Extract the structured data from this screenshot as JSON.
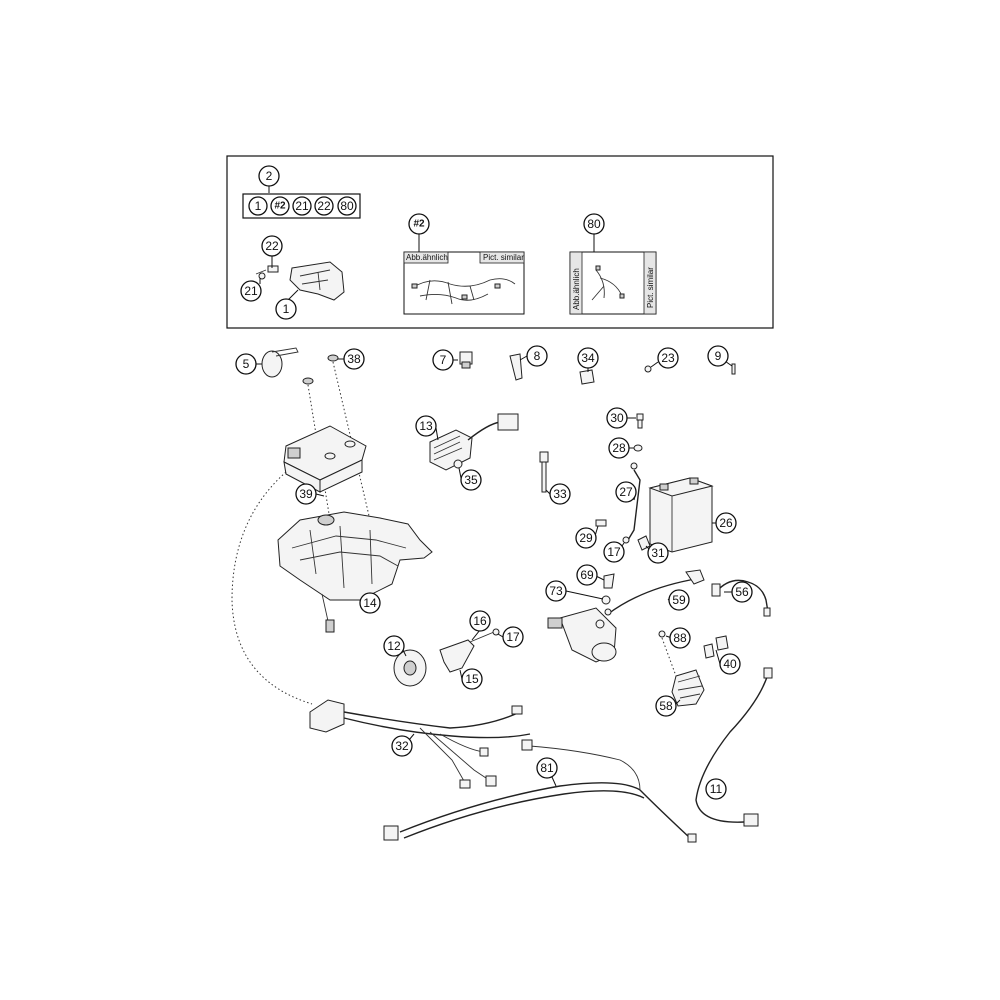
{
  "kit": {
    "number": "2",
    "contents": [
      "1",
      "#2",
      "21",
      "22",
      "80"
    ]
  },
  "inset_labels": {
    "harness_2": {
      "callout": "#2",
      "left": "Abb.ähnlich",
      "right": "Pict. similar"
    },
    "harness_80": {
      "callout": "80",
      "left": "Abb.ähnlich",
      "right": "Pict. similar"
    }
  },
  "callouts": [
    {
      "id": "c22",
      "text": "22"
    },
    {
      "id": "c21",
      "text": "21"
    },
    {
      "id": "c1",
      "text": "1"
    },
    {
      "id": "c5",
      "text": "5"
    },
    {
      "id": "c38",
      "text": "38"
    },
    {
      "id": "c7",
      "text": "7"
    },
    {
      "id": "c8",
      "text": "8"
    },
    {
      "id": "c34",
      "text": "34"
    },
    {
      "id": "c23",
      "text": "23"
    },
    {
      "id": "c9",
      "text": "9"
    },
    {
      "id": "c13",
      "text": "13"
    },
    {
      "id": "c35",
      "text": "35"
    },
    {
      "id": "c30",
      "text": "30"
    },
    {
      "id": "c28",
      "text": "28"
    },
    {
      "id": "c27",
      "text": "27"
    },
    {
      "id": "c39",
      "text": "39"
    },
    {
      "id": "c33",
      "text": "33"
    },
    {
      "id": "c26",
      "text": "26"
    },
    {
      "id": "c29",
      "text": "29"
    },
    {
      "id": "c17a",
      "text": "17"
    },
    {
      "id": "c31",
      "text": "31"
    },
    {
      "id": "c69",
      "text": "69"
    },
    {
      "id": "c73",
      "text": "73"
    },
    {
      "id": "c59",
      "text": "59"
    },
    {
      "id": "c56",
      "text": "56"
    },
    {
      "id": "c14",
      "text": "14"
    },
    {
      "id": "c16",
      "text": "16"
    },
    {
      "id": "c17b",
      "text": "17"
    },
    {
      "id": "c12",
      "text": "12"
    },
    {
      "id": "c15",
      "text": "15"
    },
    {
      "id": "c88",
      "text": "88"
    },
    {
      "id": "c40",
      "text": "40"
    },
    {
      "id": "c58",
      "text": "58"
    },
    {
      "id": "c32",
      "text": "32"
    },
    {
      "id": "c81",
      "text": "81"
    },
    {
      "id": "c11",
      "text": "11"
    }
  ],
  "colors": {
    "line": "#111111",
    "label_fill": "#e6e6e6"
  }
}
